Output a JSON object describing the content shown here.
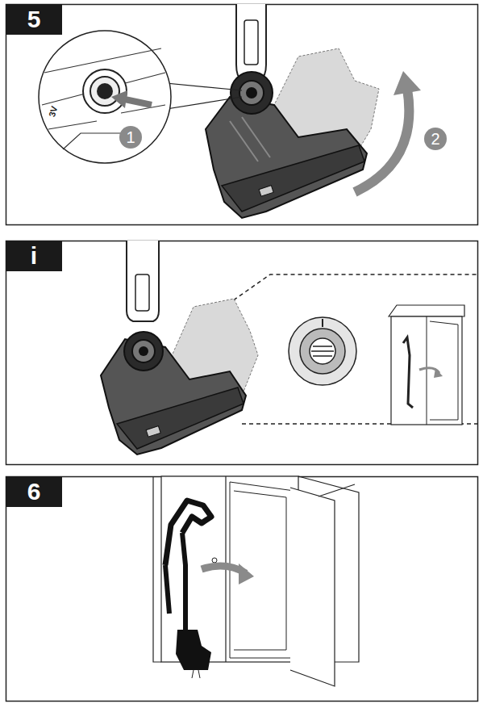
{
  "diagram": {
    "nodes": [
      {
        "text": [
          "5"
        ]
      },
      {
        "text": [
          "1"
        ]
      },
      {
        "text": [
          "2"
        ]
      },
      {
        "text": [
          "i"
        ]
      },
      {
        "text": [
          "6"
        ]
      }
    ],
    "labels": [
      "3V"
    ]
  }
}
